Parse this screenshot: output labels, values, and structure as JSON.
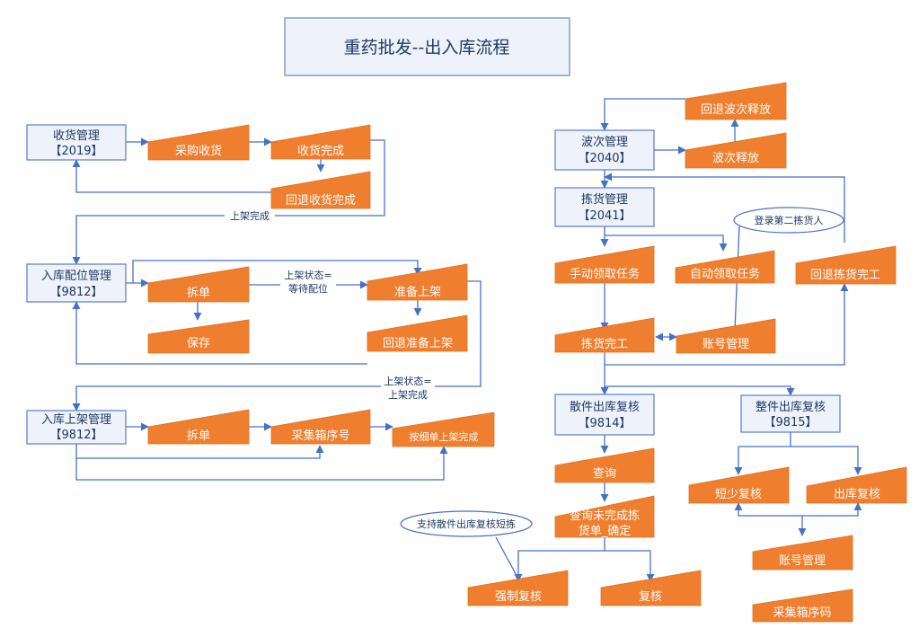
{
  "title": "重药批发--出入库流程",
  "colors": {
    "step_fill": "#ef7f2f",
    "manager_fill": "#eef2fa",
    "manager_border": "#5b7cc4",
    "connector": "#4472c4"
  },
  "managers": {
    "receiving": {
      "name": "收货管理",
      "code": "【2019】"
    },
    "slotting": {
      "name": "入库配位管理",
      "code": "【9812】"
    },
    "putaway": {
      "name": "入库上架管理",
      "code": "【9812】"
    },
    "wave": {
      "name": "波次管理",
      "code": "【2040】"
    },
    "picking": {
      "name": "拣货管理",
      "code": "【2041】"
    },
    "loose_check": {
      "name": "散件出库复核",
      "code": "【9814】"
    },
    "full_check": {
      "name": "整件出库复核",
      "code": "【9815】"
    }
  },
  "steps": {
    "purchase_receive": "采购收货",
    "receive_done": "收货完成",
    "rollback_receive_done": "回退收货完成",
    "split_1": "拆单",
    "save": "保存",
    "prepare_shelve": "准备上架",
    "rollback_prepare_shelve": "回退准备上架",
    "split_2": "拆单",
    "collect_box_no": "采集箱序号",
    "shelve_by_detail": "按细单上架完成",
    "rollback_wave_release": "回退波次释放",
    "wave_release": "波次释放",
    "manual_task": "手动领取任务",
    "auto_task": "自动领取任务",
    "rollback_pick_done": "回退拣货完工",
    "pick_done": "拣货完工",
    "account_mgmt_1": "账号管理",
    "query": "查询",
    "query_unfinished_line1": "查询未完成拣",
    "query_unfinished_line2": "货单_确定",
    "force_check": "强制复核",
    "check": "复核",
    "short_check": "短少复核",
    "outbound_check": "出库复核",
    "account_mgmt_2": "账号管理",
    "collect_box_code": "采集箱序码"
  },
  "labels": {
    "shelve_done": "上架完成",
    "status_wait_line1": "上架状态=",
    "status_wait_line2": "等待配位",
    "status_shelve_line1": "上架状态=",
    "status_shelve_line2": "上架完成"
  },
  "callouts": {
    "second_picker": "登录第二拣货人",
    "loose_short": "支持散件出库复核短拣"
  }
}
